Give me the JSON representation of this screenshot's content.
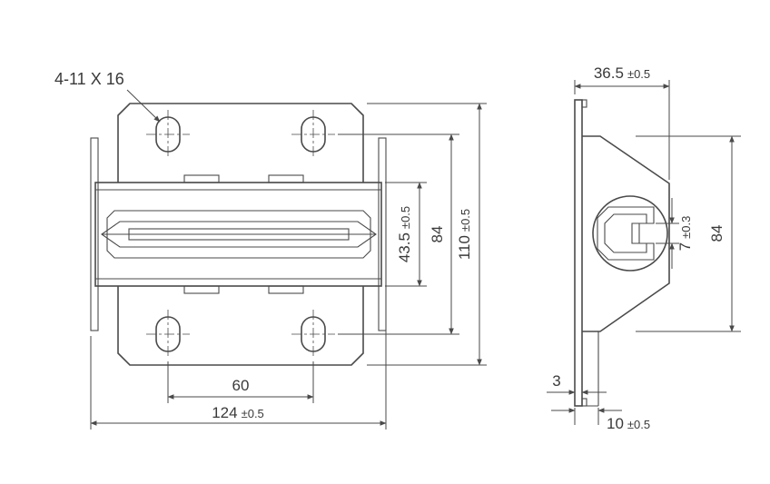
{
  "drawing": {
    "callout": "4-11 X 16",
    "front": {
      "overall_width": {
        "value": "124",
        "tol": "±0.5"
      },
      "hole_spacing_x": {
        "value": "60",
        "tol": ""
      },
      "overall_height": {
        "value": "110",
        "tol": "±0.5"
      },
      "hole_spacing_y": {
        "value": "84",
        "tol": ""
      },
      "rail_height": {
        "value": "43.5",
        "tol": "±0.5"
      }
    },
    "side": {
      "depth": {
        "value": "36.5",
        "tol": "±0.5"
      },
      "body_height": {
        "value": "84",
        "tol": ""
      },
      "slot_gap": {
        "value": "7",
        "tol": "±0.3"
      },
      "plate_thickness": {
        "value": "3",
        "tol": ""
      },
      "flange_offset": {
        "value": "10",
        "tol": "±0.5"
      }
    },
    "colors": {
      "line": "#4a4a4a",
      "text": "#3a3a3a",
      "background": "#ffffff"
    }
  }
}
